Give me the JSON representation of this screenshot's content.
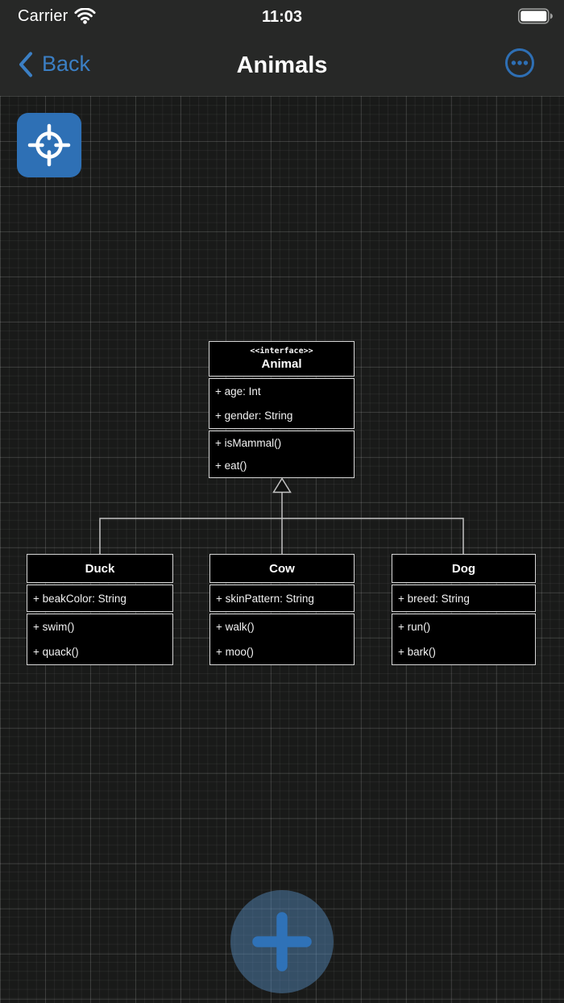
{
  "status_bar": {
    "carrier": "Carrier",
    "time": "11:03",
    "wifi_icon": "wifi-icon",
    "battery_icon": "battery-full-icon"
  },
  "nav_bar": {
    "back_label": "Back",
    "title": "Animals",
    "back_icon": "chevron-left-icon",
    "more_icon": "ellipsis-circle-icon"
  },
  "canvas": {
    "center_view_icon": "crosshair-target-icon",
    "add_icon": "plus-icon"
  },
  "diagram": {
    "classes": [
      {
        "id": "animal",
        "stereotype": "<<interface>>",
        "name": "Animal",
        "attributes": [
          "+ age: Int",
          "+ gender: String"
        ],
        "methods": [
          "+ isMammal()",
          "+ eat()"
        ]
      },
      {
        "id": "duck",
        "name": "Duck",
        "attributes": [
          "+ beakColor: String"
        ],
        "methods": [
          "+ swim()",
          "+ quack()"
        ]
      },
      {
        "id": "cow",
        "name": "Cow",
        "attributes": [
          "+ skinPattern: String"
        ],
        "methods": [
          "+ walk()",
          "+ moo()"
        ]
      },
      {
        "id": "dog",
        "name": "Dog",
        "attributes": [
          "+ breed: String"
        ],
        "methods": [
          "+ run()",
          "+ bark()"
        ]
      }
    ],
    "relationships": [
      {
        "type": "inheritance",
        "from": "Duck",
        "to": "Animal"
      },
      {
        "type": "inheritance",
        "from": "Cow",
        "to": "Animal"
      },
      {
        "type": "inheritance",
        "from": "Dog",
        "to": "Animal"
      }
    ]
  },
  "colors": {
    "bar_bg": "#272827",
    "canvas_bg": "#191a19",
    "accent_blue": "#3b7fc4",
    "button_blue": "#2e70b5",
    "plus_blue": "#2f72b8",
    "box_bg": "#000000",
    "box_border": "#d6d6d6",
    "connector": "#c2c2c2"
  }
}
